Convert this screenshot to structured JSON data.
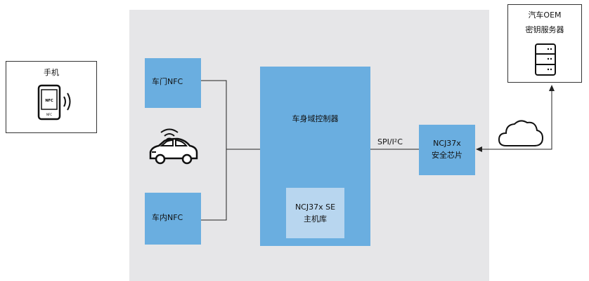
{
  "phone": {
    "label": "手机"
  },
  "door_nfc": {
    "label": "车门NFC"
  },
  "cabin_nfc": {
    "label": "车内NFC"
  },
  "body_controller": {
    "label": "车身域控制器"
  },
  "host_library": {
    "line1": "NCJ37x SE",
    "line2": "主机库"
  },
  "bus": {
    "label": "SPI/I²C"
  },
  "security_chip": {
    "line1": "NCJ37x",
    "line2": "安全芯片"
  },
  "oem_server": {
    "line1": "汽车OEM",
    "line2": "密钥服务器"
  },
  "icons": {
    "phone": "nfc-phone-icon",
    "nfc_waves": "contactless-waves-icon",
    "car": "connected-car-icon",
    "server": "server-icon",
    "cloud": "cloud-icon"
  },
  "colors": {
    "block_blue": "#6aaee0",
    "library_blue": "#b8d6ef",
    "panel_gray": "#e6e6e8",
    "line": "#222222"
  }
}
